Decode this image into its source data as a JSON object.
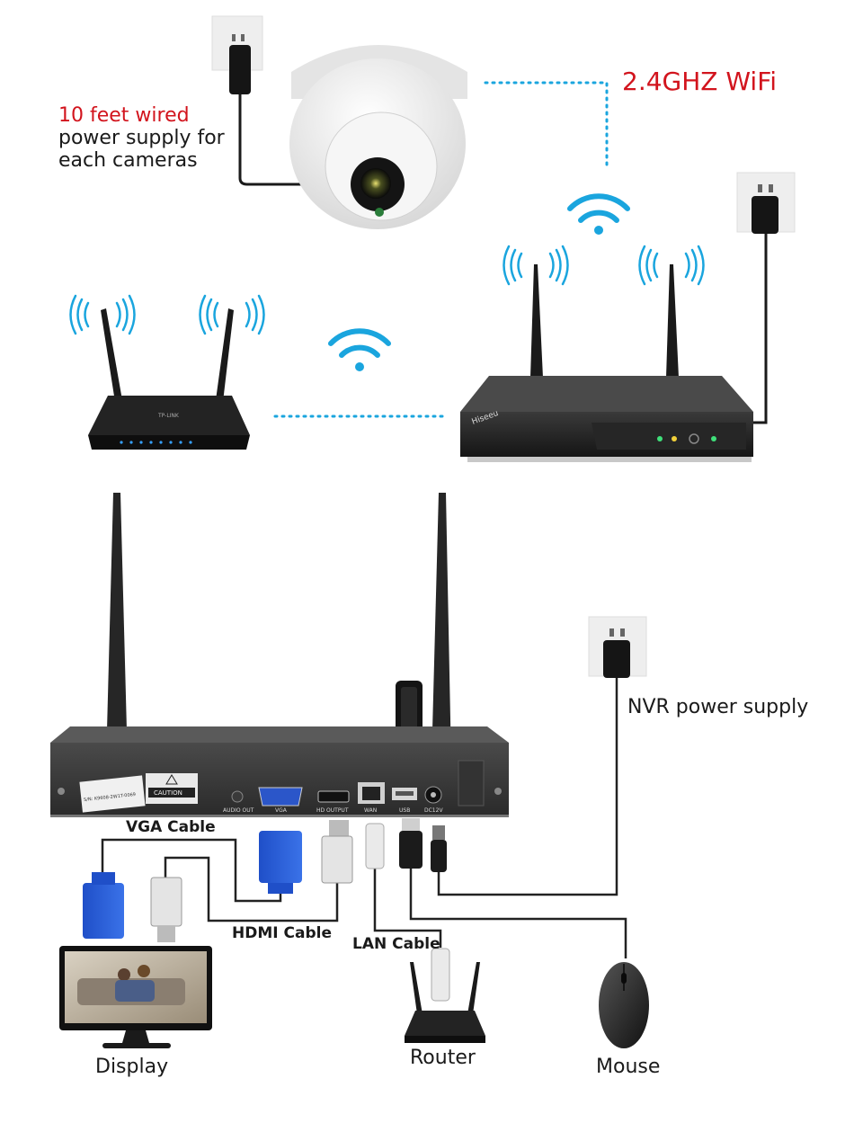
{
  "wifi_label": "2.4GHZ WiFi",
  "camera_power_note": {
    "line1": "10 feet wired",
    "line2": "power supply for",
    "line3": "each cameras"
  },
  "nvr_power_label": "NVR power supply",
  "cables": {
    "vga": "VGA Cable",
    "hdmi": "HDMI Cable",
    "lan": "LAN Cable"
  },
  "devices": {
    "display": "Display",
    "router": "Router",
    "mouse": "Mouse"
  },
  "nvr_logo": "Hiseeu",
  "router_logo": "TP-LINK",
  "back_panel": {
    "caution": "CAUTION",
    "ports": {
      "audio_out": "AUDIO OUT",
      "vga": "VGA",
      "hd_output": "HD OUTPUT",
      "wan": "WAN",
      "usb": "USB",
      "dc12v": "DC12V"
    },
    "sn": "S/N: K9608-2W1T-0069"
  },
  "colors": {
    "red_text": "#d2141d",
    "wifi_blue": "#1aa5de",
    "device_dark": "#1c1c1c"
  }
}
